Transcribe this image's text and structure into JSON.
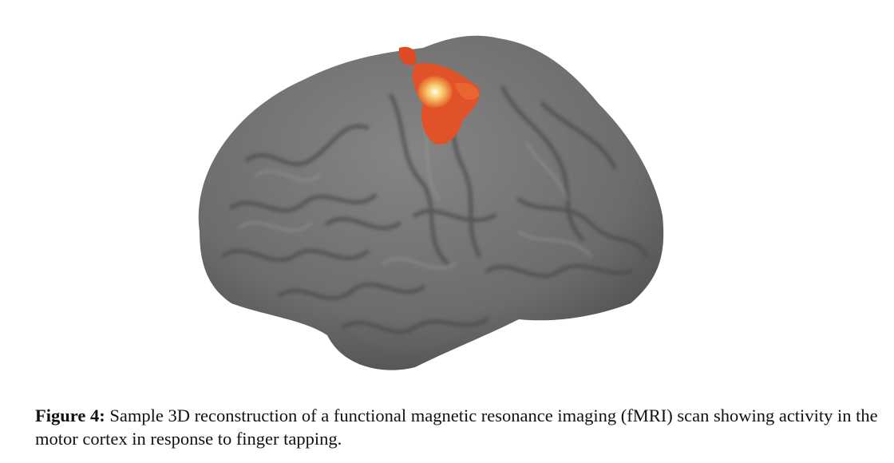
{
  "figure": {
    "image_description": "3D cortical surface reconstruction of the left hemisphere (gray) with fMRI activation cluster (red-orange to yellow-white) in the motor cortex",
    "colors": {
      "cortex": "#707070",
      "cortex_dark": "#4a4a4a",
      "cortex_light": "#8e8e8e",
      "activation_low": "#d9401e",
      "activation_mid": "#f08a2a",
      "activation_high": "#fff6d8"
    }
  },
  "caption": {
    "label": "Figure 4:",
    "text": " Sample 3D reconstruction of a functional magnetic resonance imaging (fMRI) scan showing activity in the motor cortex in response to finger tapping."
  }
}
